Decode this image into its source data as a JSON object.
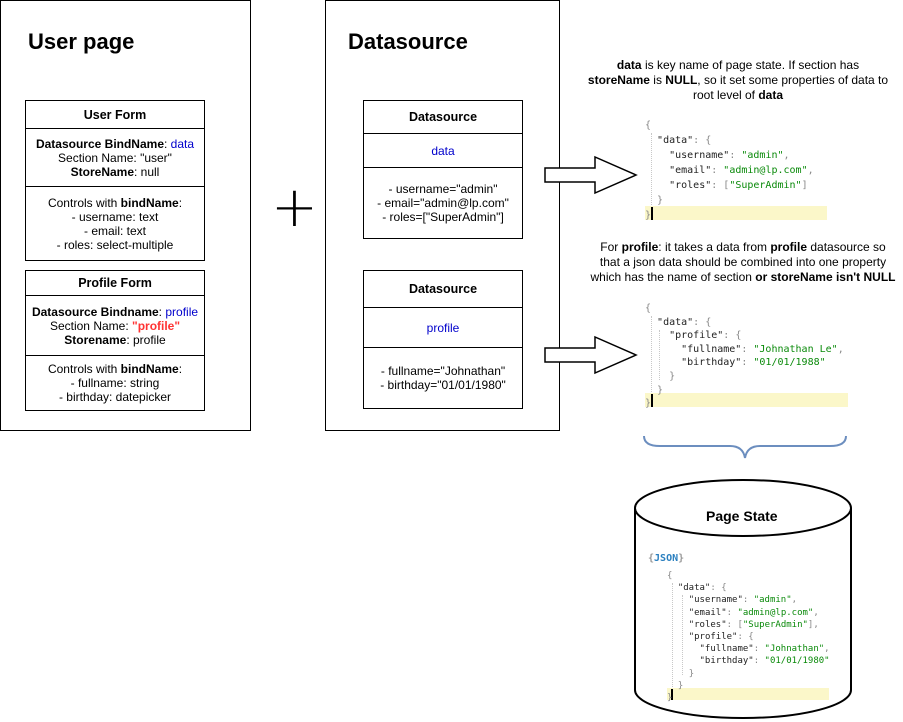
{
  "user_page": {
    "title": "User page",
    "user_form": {
      "title": "User Form",
      "ds_label": "Datasource BindName",
      "ds_value": "data",
      "section_label": "Section Name: ",
      "section_value": "\"user\"",
      "store_label": "StoreName",
      "store_value": ": null",
      "controls_label": "Controls with ",
      "controls_bold": "bindName",
      "controls_colon": ":",
      "controls": [
        "- username: text",
        "- email: text",
        "- roles: select-multiple"
      ]
    },
    "profile_form": {
      "title": "Profile Form",
      "ds_label": "Datasource Bindname",
      "ds_value": "profile",
      "section_label": "Section Name: ",
      "section_value": "\"profile\"",
      "store_label": "Storename",
      "store_value": ": profile",
      "controls_label": "Controls with ",
      "controls_bold": "bindName",
      "controls_colon": ":",
      "controls": [
        "- fullname: string",
        "- birthday: datepicker"
      ]
    }
  },
  "plus_symbol": "+",
  "datasource_panel": {
    "title": "Datasource",
    "ds1": {
      "title": "Datasource",
      "name": "data",
      "fields": [
        "- username=\"admin\"",
        "- email=\"admin@lp.com\"",
        "- roles=[\"SuperAdmin\"]"
      ]
    },
    "ds2": {
      "title": "Datasource",
      "name": "profile",
      "fields": [
        "- fullname=\"Johnathan\"",
        "- birthday=\"01/01/1980\""
      ]
    }
  },
  "note1": {
    "p1_bold": "data",
    "p1_text": " is key name of page state. If section has",
    "p2_bold": "storeName",
    "p2_text": " is ",
    "p2_bold2": "NULL",
    "p2_text2": ", so it set some properties of data to",
    "p3_text": "root level of ",
    "p3_bold": "data"
  },
  "note2": {
    "p1_text": "For ",
    "p1_bold": "profile",
    "p1_text2": ": it takes a data from ",
    "p1_bold2": "profile",
    "p1_text3": " datasource so",
    "p2_text": "that a json data should be combined into one property",
    "p3_text": "which has the name of section ",
    "p3_bold": "or storeName isn't NULL"
  },
  "json1": {
    "open": "{",
    "data_key": "\"data\"",
    "username_key": "\"username\"",
    "username_val": "\"admin\"",
    "email_key": "\"email\"",
    "email_val": "\"admin@lp.com\"",
    "roles_key": "\"roles\"",
    "roles_val": "\"SuperAdmin\"",
    "close": "}"
  },
  "json2": {
    "open": "{",
    "data_key": "\"data\"",
    "profile_key": "\"profile\"",
    "fullname_key": "\"fullname\"",
    "fullname_val": "\"Johnathan Le\"",
    "birthday_key": "\"birthday\"",
    "birthday_val": "\"01/01/1988\"",
    "close": "}"
  },
  "page_state": {
    "title": "Page State",
    "json_badge_open": "{",
    "json_badge_label": "JSON",
    "json_badge_close": "}",
    "data_key": "\"data\"",
    "username_key": "\"username\"",
    "username_val": "\"admin\"",
    "email_key": "\"email\"",
    "email_val": "\"admin@lp.com\"",
    "roles_key": "\"roles\"",
    "roles_val": "\"SuperAdmin\"",
    "profile_key": "\"profile\"",
    "fullname_key": "\"fullname\"",
    "fullname_val": "\"Johnathan\"",
    "birthday_key": "\"birthday\"",
    "birthday_val": "\"01/01/1980\""
  },
  "colors": {
    "blue": "#0000cc",
    "red": "#ff3333",
    "brace": "#6c8ebf",
    "json_string": "#0a8a0a",
    "highlight": "#fbf7c9"
  }
}
